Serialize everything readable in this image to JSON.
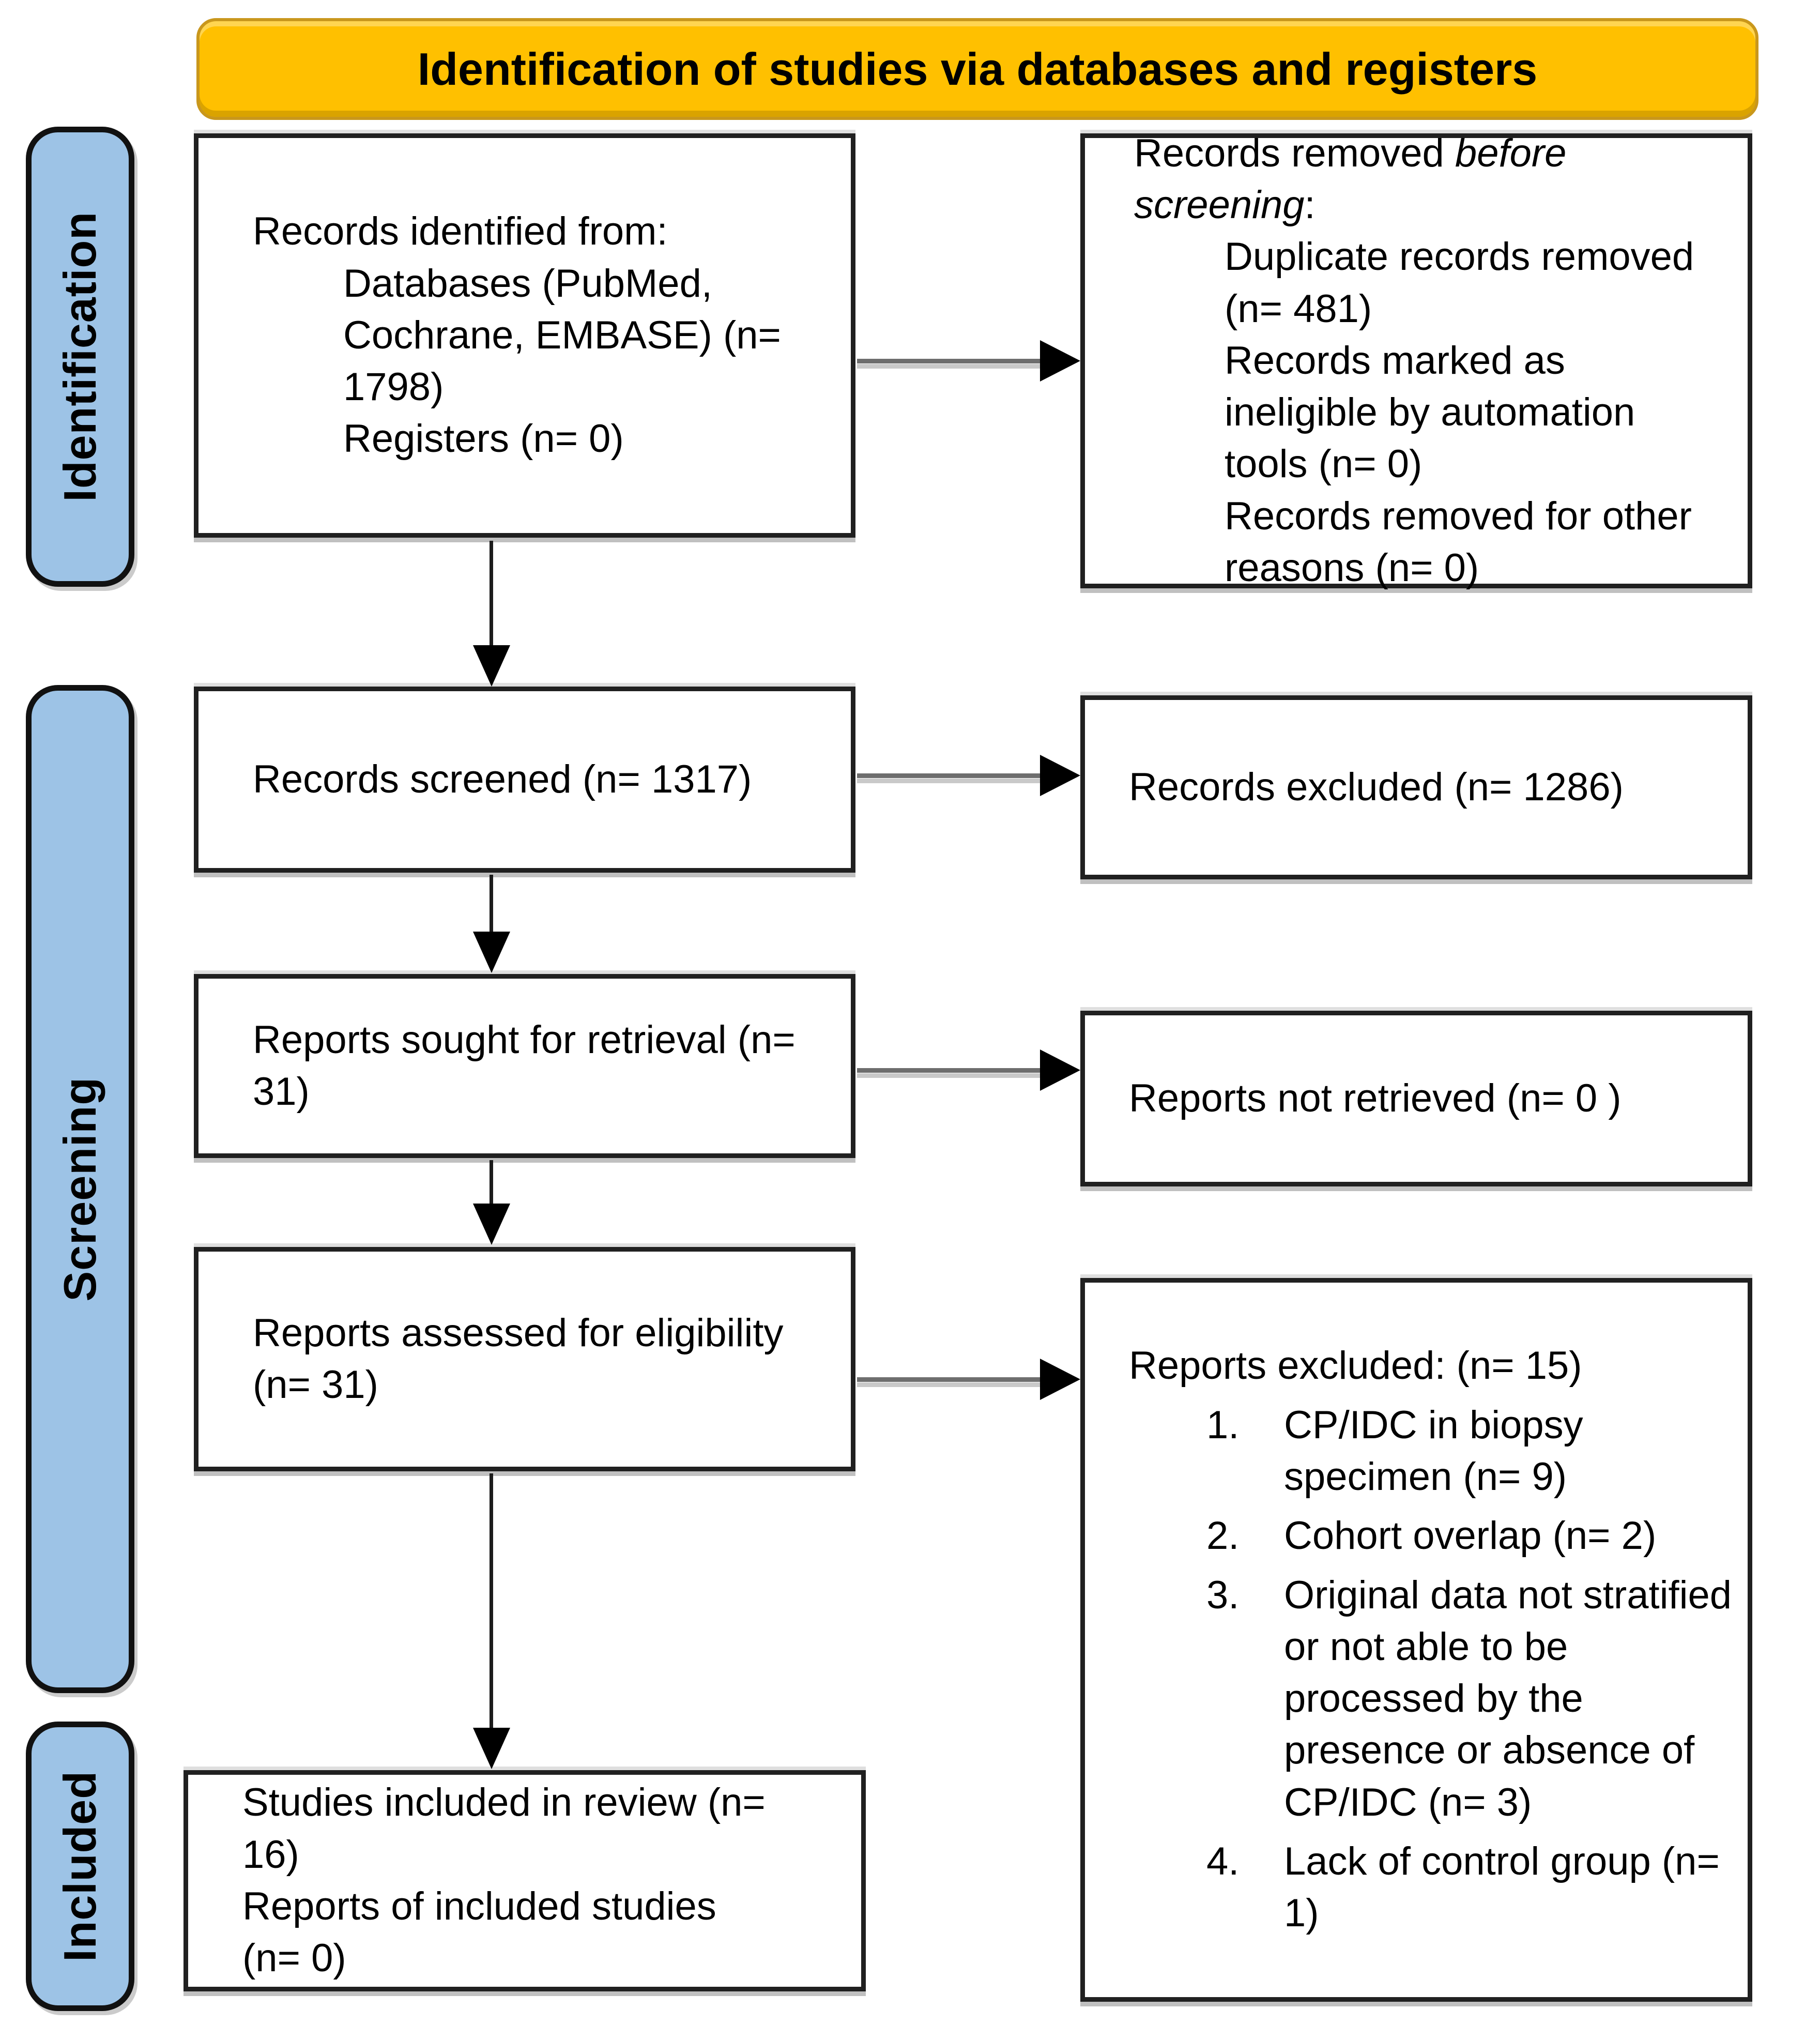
{
  "banner": {
    "title": "Identification of studies via databases and registers"
  },
  "stages": [
    {
      "label": "Identification"
    },
    {
      "label": "Screening"
    },
    {
      "label": "Included"
    }
  ],
  "colors": {
    "banner_bg": "#FFC000",
    "banner_edge": "#C9971C",
    "stage_bg": "#9DC3E6",
    "box_border": "#202020",
    "arrow_black": "#000000",
    "arrow_gray": "#6E6E6E"
  },
  "boxes": {
    "records_identified": {
      "intro": "Records identified from:",
      "items": [
        "Databases (PubMed, Cochrane, EMBASE) (n= 1798)",
        "Registers (n= 0)"
      ]
    },
    "records_removed": {
      "intro_prefix": "Records removed ",
      "intro_italic": "before screening",
      "intro_suffix": ":",
      "items": [
        "Duplicate records removed (n= 481)",
        "Records marked as ineligible by automation tools (n= 0)",
        "Records removed for other reasons (n= 0)"
      ]
    },
    "records_screened": {
      "text": "Records screened (n= 1317)"
    },
    "records_excluded": {
      "text": "Records excluded (n= 1286)"
    },
    "reports_sought": {
      "text": "Reports sought for retrieval (n= 31)"
    },
    "reports_not_retrieved": {
      "text": "Reports not retrieved (n= 0 )"
    },
    "reports_assessed": {
      "text": "Reports assessed for eligibility (n= 31)"
    },
    "reports_excluded": {
      "intro": "Reports excluded: (n= 15)",
      "items": [
        {
          "num": "1.",
          "text": "CP/IDC in biopsy specimen (n= 9)"
        },
        {
          "num": "2.",
          "text": "Cohort overlap (n= 2)"
        },
        {
          "num": "3.",
          "text": "Original data not stratified or not able to be processed by the presence or absence of CP/IDC (n= 3)"
        },
        {
          "num": "4.",
          "text": "Lack of control group (n= 1)"
        }
      ]
    },
    "studies_included": {
      "items": [
        "Studies included in review (n= 16)",
        "Reports of included studies (n= 0)"
      ]
    }
  }
}
